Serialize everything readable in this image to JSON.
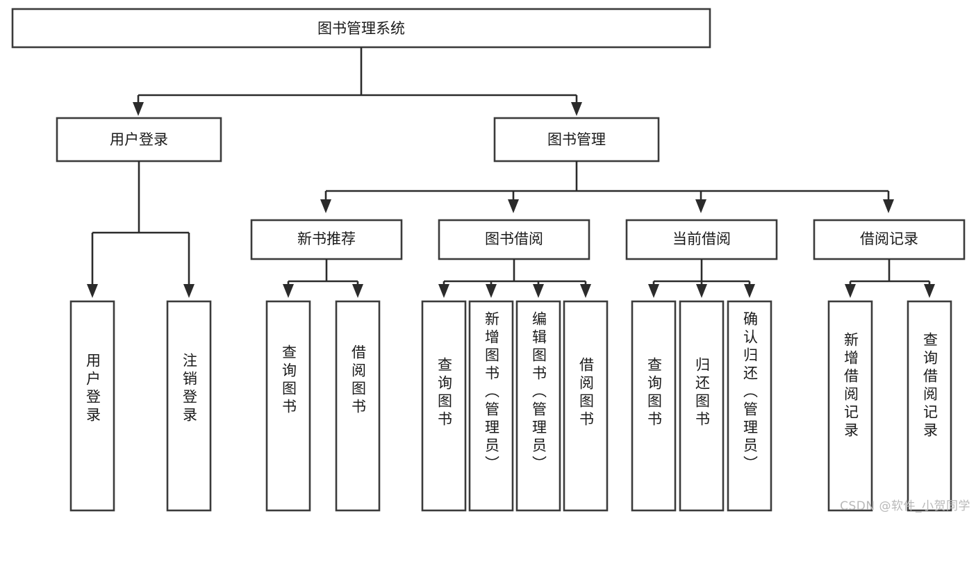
{
  "diagram": {
    "title": "图书管理系统",
    "watermark": "CSDN @软件_小贺同学",
    "levels": {
      "root": {
        "label": "图书管理系统"
      },
      "level2": [
        {
          "label": "用户登录"
        },
        {
          "label": "图书管理"
        }
      ],
      "level3": [
        {
          "label": "新书推荐"
        },
        {
          "label": "图书借阅"
        },
        {
          "label": "当前借阅"
        },
        {
          "label": "借阅记录"
        }
      ],
      "leaves": {
        "user_login": [
          {
            "label": "用户登录"
          },
          {
            "label": "注销登录"
          }
        ],
        "new_book_recommend": [
          {
            "label": "查询图书"
          },
          {
            "label": "借阅图书"
          }
        ],
        "book_borrow": [
          {
            "label": "查询图书"
          },
          {
            "label": "新增图书（管理员）"
          },
          {
            "label": "编辑图书（管理员）"
          },
          {
            "label": "借阅图书"
          }
        ],
        "current_borrow": [
          {
            "label": "查询图书"
          },
          {
            "label": "归还图书"
          },
          {
            "label": "确认归还（管理员）"
          }
        ],
        "borrow_record": [
          {
            "label": "新增借阅记录"
          },
          {
            "label": "查询借阅记录"
          }
        ]
      }
    },
    "colors": {
      "box_stroke": "#3b3b3b",
      "connector": "#2b2b2b",
      "box_fill": "#ffffff",
      "text": "#1a1a1a",
      "watermark": "#b9b9b9"
    }
  }
}
